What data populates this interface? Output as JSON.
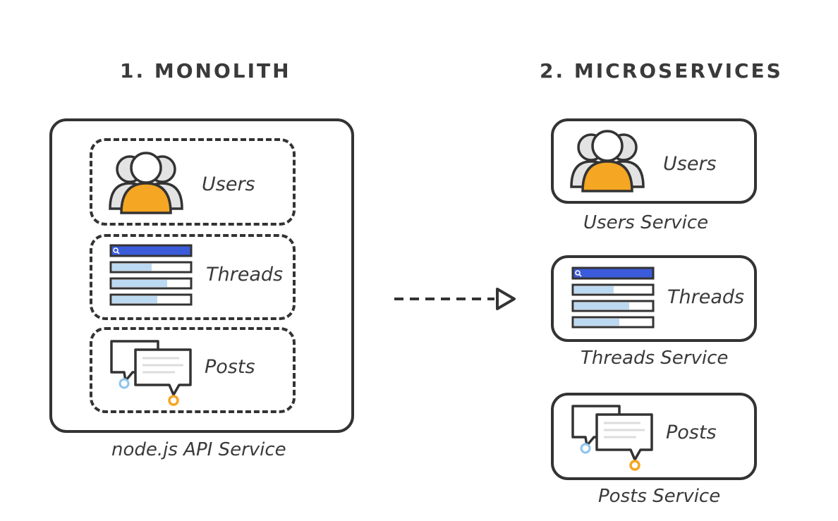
{
  "monolith": {
    "heading": "1. MONOLITH",
    "caption": "node.js API Service",
    "modules": {
      "users": "Users",
      "threads": "Threads",
      "posts": "Posts"
    }
  },
  "microservices": {
    "heading": "2. MICROSERVICES",
    "services": {
      "users": {
        "label": "Users",
        "caption": "Users Service"
      },
      "threads": {
        "label": "Threads",
        "caption": "Threads Service"
      },
      "posts": {
        "label": "Posts",
        "caption": "Posts Service"
      }
    }
  },
  "colors": {
    "stroke": "#333333",
    "user_accent": "#f5a623",
    "user_back": "#e3e3e3",
    "search_bar": "#3b5bdb",
    "list_fill": "#bcd9f2",
    "post_dot_blue": "#8cc4ee",
    "post_dot_orange": "#f5a623"
  },
  "icons": [
    "users-icon",
    "threads-list-icon",
    "posts-chat-icon",
    "arrow-right-icon"
  ]
}
